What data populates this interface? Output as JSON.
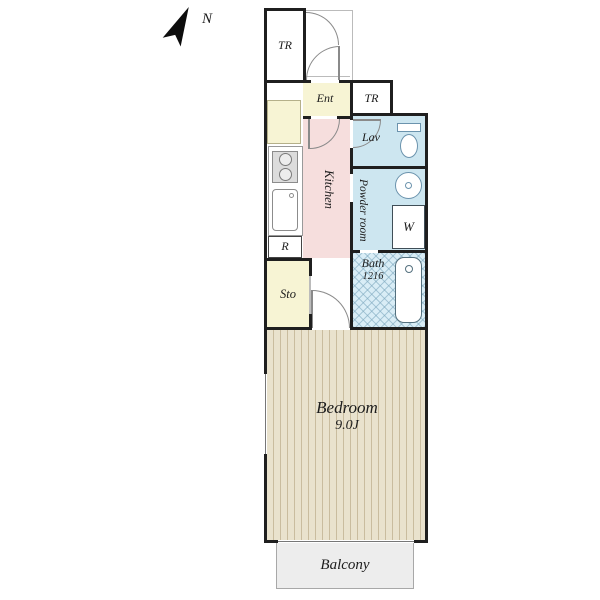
{
  "compass": {
    "north_label": "N"
  },
  "rooms": {
    "tr_top": {
      "label": "TR"
    },
    "ent": {
      "label": "Ent"
    },
    "tr_mid": {
      "label": "TR"
    },
    "lav": {
      "label": "Lav"
    },
    "kitchen": {
      "label": "Kitchen"
    },
    "fridge": {
      "label": "R"
    },
    "powder_room": {
      "label": "Powder room"
    },
    "washer": {
      "label": "W"
    },
    "bath": {
      "label": "Bath",
      "size": "1216"
    },
    "sto": {
      "label": "Sto"
    },
    "bedroom": {
      "label": "Bedroom",
      "size": "9.0J"
    },
    "balcony": {
      "label": "Balcony"
    }
  },
  "colors": {
    "wall": "#1f1f1f",
    "kitchen_pink": "#f6dedd",
    "wet_area_blue": "#cde6f0",
    "entrance_yellow": "#f7f4d4",
    "bedroom_beige": "#e9e2cd",
    "bedroom_stripe": "#c9bc9e",
    "balcony_gray": "#ededed"
  }
}
